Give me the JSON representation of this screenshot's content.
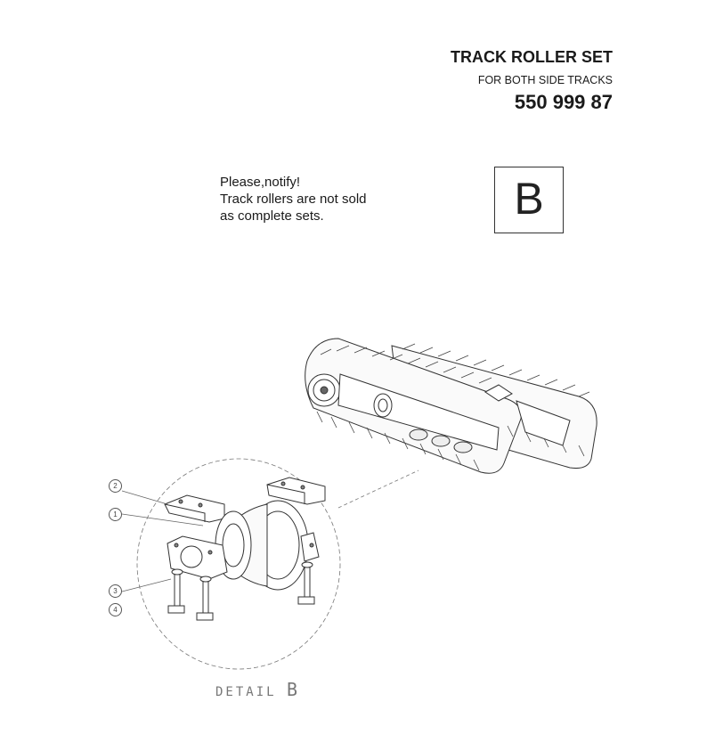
{
  "header": {
    "title": "TRACK ROLLER SET",
    "subtitle": "FOR BOTH SIDE TRACKS",
    "part_number": "550 999 87"
  },
  "note": {
    "lines": [
      "Please,notify!",
      "Track rollers are not sold",
      "as complete sets."
    ]
  },
  "reference_letter": "B",
  "callouts": [
    "2",
    "1",
    "3",
    "4"
  ],
  "detail_label": {
    "prefix": "DETAIL",
    "letter": "B"
  }
}
